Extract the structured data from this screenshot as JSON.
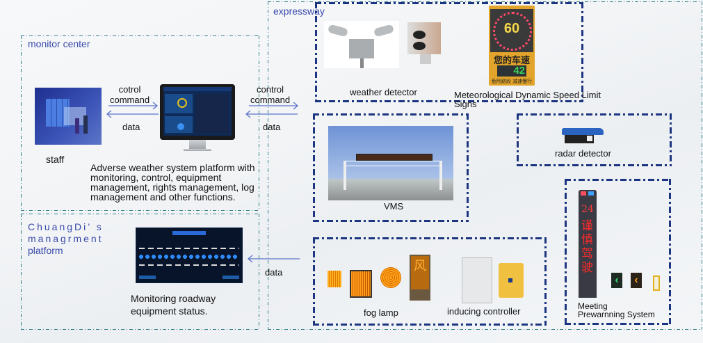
{
  "sections": {
    "monitor_center": "monitor center",
    "platform": "ChuangDi’s managrment platform",
    "expressway": "expressway"
  },
  "monitor_center": {
    "staff_label": "staff",
    "left_arrow_top": "cotrol",
    "left_arrow_top2": "command",
    "left_arrow_bottom": "data",
    "right_arrow_top": "control",
    "right_arrow_top2": "command",
    "right_arrow_bottom": "data",
    "platform_desc": "Adverse weather system platform with monitoring, control, equipment management, rights management, log management and other functions."
  },
  "platform": {
    "title_line1": "ChuangDi’ s",
    "title_line2": "managrment",
    "title_line3": "platform",
    "arrow_label": "data",
    "desc_line1": "Monitoring roadway",
    "desc_line2": "equipment status."
  },
  "expressway": {
    "weather_detector": "weather detector",
    "speed_limit_signs": "Meteorological Dynamic Speed Limit Signs",
    "speed_limit_value": "60",
    "current_speed_text": "您的车速",
    "current_speed_value": "42",
    "warning_text": "危险路段 减速慢行",
    "vms": "VMS",
    "radar_detector": "radar detector",
    "fog_lamp": "fog lamp",
    "inducing_controller": "inducing controller",
    "meeting_line1": "Meeting",
    "meeting_line2": "Prewarnning System",
    "meeting_sign_number": "24",
    "meeting_sign_text": "谨慎驾驶"
  },
  "colors": {
    "section_title": "#3949ab",
    "teal_border": "#2f7f88",
    "navy_border": "#1c3580",
    "arrow": "#5b73c9"
  }
}
